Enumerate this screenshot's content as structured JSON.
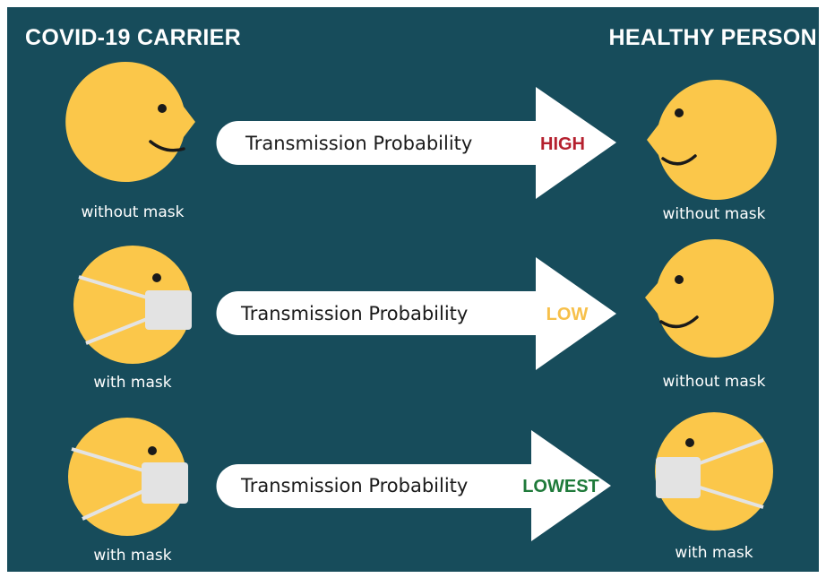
{
  "headings": {
    "carrier": "COVID-19 CARRIER",
    "healthy": "HEALTHY PERSON"
  },
  "arrow_text": "Transmission Probability",
  "rows": [
    {
      "level": "HIGH",
      "level_color": "#b5202e",
      "carrier_caption": "without mask",
      "person_caption": "without mask"
    },
    {
      "level": "LOW",
      "level_color": "#f7c04a",
      "carrier_caption": "with mask",
      "person_caption": "without mask"
    },
    {
      "level": "LOWEST",
      "level_color": "#1f7a3a",
      "carrier_caption": "with mask",
      "person_caption": "with mask"
    }
  ],
  "colors": {
    "background": "#174c5b",
    "face": "#fbc74a",
    "arrow": "#ffffff",
    "mask": "#e3e3e3"
  }
}
